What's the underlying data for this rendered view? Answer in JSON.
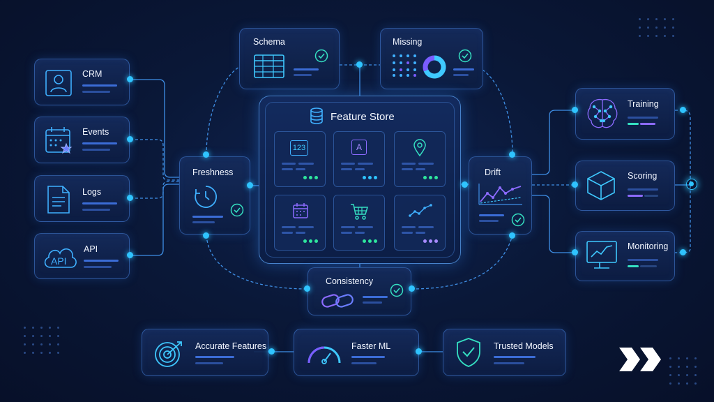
{
  "sources": [
    {
      "label": "CRM",
      "icon": "user-icon"
    },
    {
      "label": "Events",
      "icon": "calendar-star-icon"
    },
    {
      "label": "Logs",
      "icon": "document-icon"
    },
    {
      "label": "API",
      "icon": "cloud-api-icon",
      "icon_text": "API"
    }
  ],
  "checks": {
    "schema": "Schema",
    "missing": "Missing",
    "freshness": "Freshness",
    "drift": "Drift",
    "consistency": "Consistency"
  },
  "feature_store": {
    "title": "Feature Store",
    "tiles": [
      {
        "icon": "numeric-icon",
        "icon_text": "123",
        "dot_color": "#2ee59d"
      },
      {
        "icon": "text-icon",
        "icon_text": "A",
        "dot_color": "#2ec4ff"
      },
      {
        "icon": "location-pin-icon",
        "dot_color": "#2ee59d"
      },
      {
        "icon": "calendar-icon",
        "dot_color": "#2ee59d"
      },
      {
        "icon": "cart-icon",
        "dot_color": "#2ee59d"
      },
      {
        "icon": "trend-icon",
        "dot_color": "#a88bff"
      }
    ]
  },
  "outputs": [
    {
      "label": "Training",
      "icon": "brain-network-icon"
    },
    {
      "label": "Scoring",
      "icon": "cube-icon"
    },
    {
      "label": "Monitoring",
      "icon": "monitor-chart-icon"
    }
  ],
  "benefits": [
    {
      "label": "Accurate Features",
      "icon": "target-icon"
    },
    {
      "label": "Faster ML",
      "icon": "speedometer-icon"
    },
    {
      "label": "Trusted Models",
      "icon": "shield-check-icon"
    }
  ],
  "colors": {
    "accent": "#2fc4ff",
    "check": "#35e0c2",
    "purple": "#8c6bff"
  }
}
